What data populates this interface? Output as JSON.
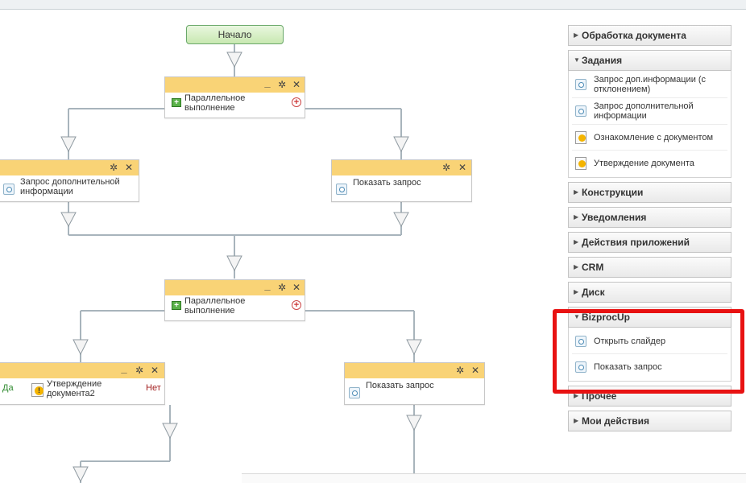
{
  "diagram": {
    "start_label": "Начало",
    "parallel1_label": "Параллельное выполнение",
    "request_info_left": "Запрос дополнительной информации",
    "show_request_right1": "Показать запрос",
    "parallel2_label": "Параллельное выполнение",
    "approve_doc2": "Утверждение документа2",
    "show_request_right2": "Показать запрос",
    "yes_label": "Да",
    "no_label": "Нет"
  },
  "panel": {
    "groups": [
      {
        "title": "Обработка документа",
        "expanded": false
      },
      {
        "title": "Задания",
        "expanded": true,
        "items": [
          {
            "label": "Запрос доп.информации (с отклонением)",
            "icon": "task-icon"
          },
          {
            "label": "Запрос дополнительной информации",
            "icon": "task-icon"
          },
          {
            "label": "Ознакомление с документом",
            "icon": "document-warning-icon"
          },
          {
            "label": "Утверждение документа",
            "icon": "document-warning-icon"
          }
        ]
      },
      {
        "title": "Конструкции",
        "expanded": false
      },
      {
        "title": "Уведомления",
        "expanded": false
      },
      {
        "title": "Действия приложений",
        "expanded": false
      },
      {
        "title": "CRM",
        "expanded": false
      },
      {
        "title": "Диск",
        "expanded": false
      },
      {
        "title": "BizprocUp",
        "expanded": true,
        "items": [
          {
            "label": "Открыть слайдер",
            "icon": "task-icon"
          },
          {
            "label": "Показать запрос",
            "icon": "task-icon"
          }
        ]
      },
      {
        "title": "Прочее",
        "expanded": false
      },
      {
        "title": "Мои действия",
        "expanded": false
      }
    ]
  },
  "colors": {
    "highlight": "#e81212",
    "activity_header": "#f9d376",
    "start_node": "#c8e8b1"
  }
}
